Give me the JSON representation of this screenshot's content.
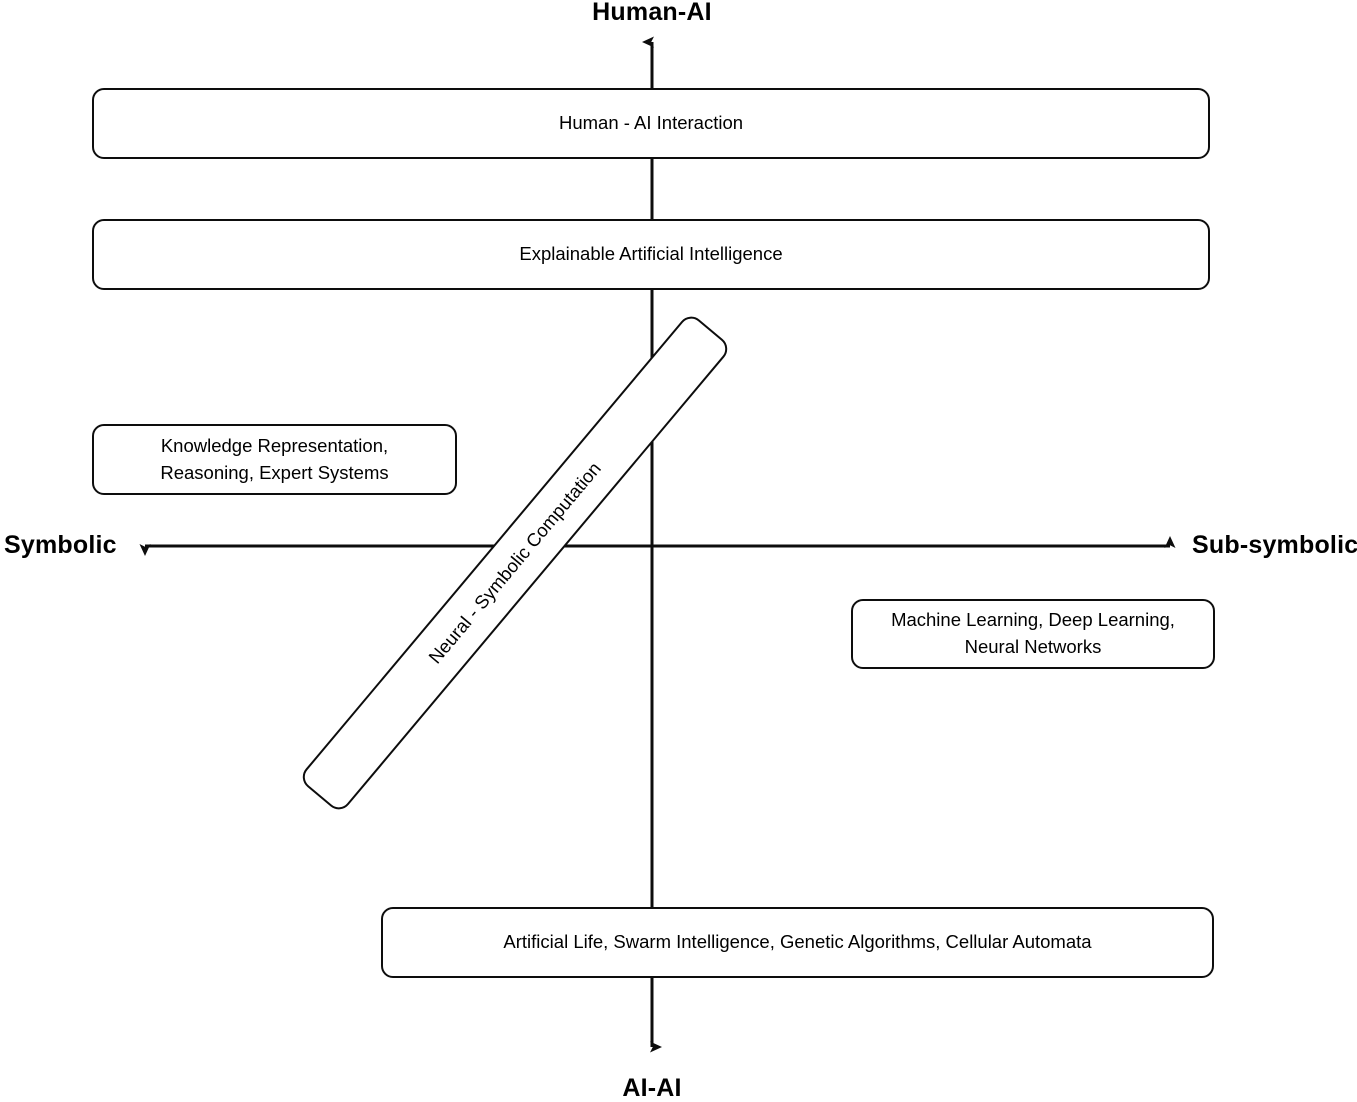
{
  "diagram": {
    "title": "Symbolic / Sub-symbolic vs Human-AI / AI-AI quadrant map",
    "type": "quadrant-diagram",
    "background_color": "#ffffff",
    "line_color": "#0d0d0d"
  },
  "axes": {
    "vertical": {
      "top_label": "Human-AI",
      "bottom_label": "AI-AI"
    },
    "horizontal": {
      "left_label": "Symbolic",
      "right_label": "Sub-symbolic"
    }
  },
  "boxes": [
    {
      "id": "human-ai-interaction",
      "label": "Human - AI Interaction"
    },
    {
      "id": "explainable-ai",
      "label": "Explainable Artificial Intelligence"
    },
    {
      "id": "knowledge-representation",
      "label": "Knowledge Representation, Reasoning, Expert Systems"
    },
    {
      "id": "machine-learning",
      "label": "Machine Learning, Deep Learning, Neural Networks"
    },
    {
      "id": "artificial-life",
      "label": "Artificial Life, Swarm Intelligence, Genetic Algorithms, Cellular Automata"
    },
    {
      "id": "neural-symbolic-computation",
      "label": "Neural - Symbolic Computation"
    }
  ],
  "box_lines": {
    "human_ai_interaction": [
      "Human - AI Interaction"
    ],
    "explainable_ai": [
      "Explainable Artificial Intelligence"
    ],
    "knowledge_representation": [
      "Knowledge Representation,",
      "Reasoning, Expert Systems"
    ],
    "machine_learning": [
      "Machine Learning, Deep Learning,",
      "Neural Networks"
    ],
    "artificial_life": [
      "Artificial Life, Swarm Intelligence, Genetic Algorithms, Cellular Automata"
    ],
    "neural_symbolic": "Neural - Symbolic Computation"
  }
}
